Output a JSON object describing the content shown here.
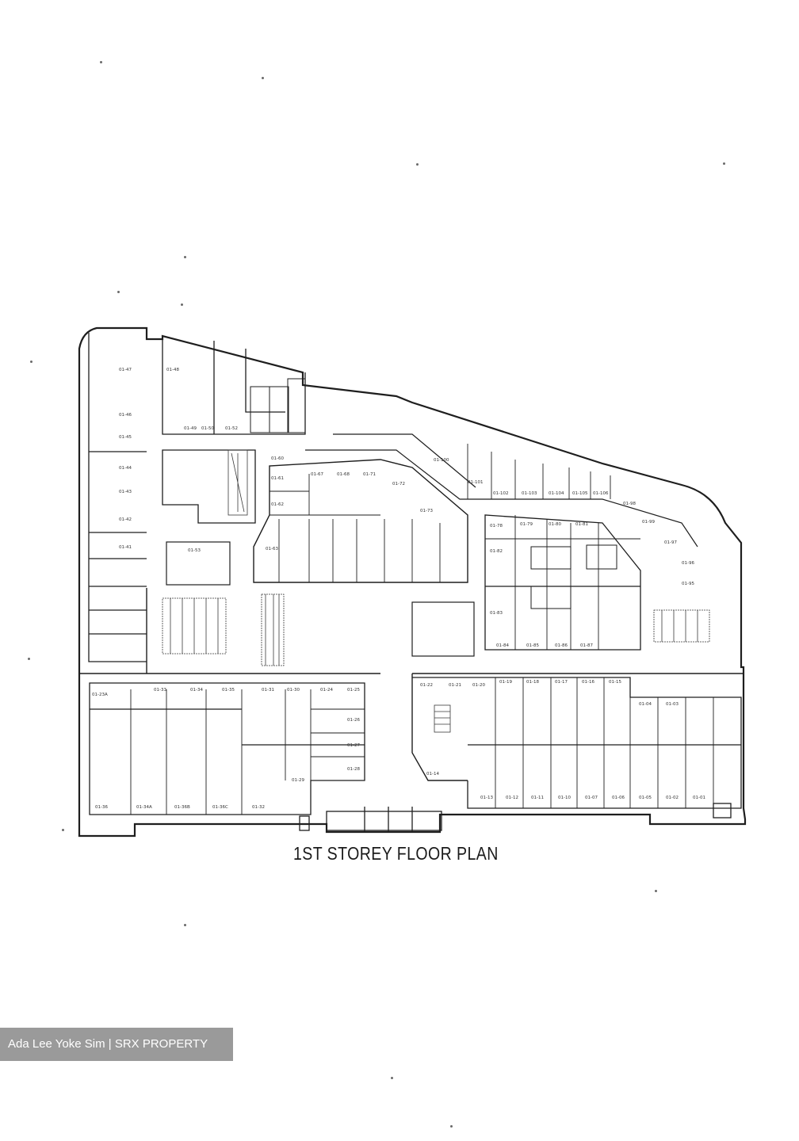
{
  "plan": {
    "title": "1ST STOREY FLOOR PLAN",
    "watermark": "Ada Lee Yoke Sim | SRX PROPERTY",
    "ink_color": "#1e1e1e",
    "background_color": "#ffffff",
    "units": [
      "01-47",
      "01-46",
      "01-45",
      "01-44",
      "01-43",
      "01-42",
      "01-41",
      "01-48",
      "01-49",
      "01-50",
      "01-52",
      "01-53",
      "01-60",
      "01-61",
      "01-62",
      "01-63",
      "01-67",
      "01-68",
      "01-71",
      "01-72",
      "01-73",
      "01-100",
      "01-101",
      "01-102",
      "01-103",
      "01-104",
      "01-105",
      "01-106",
      "01-98",
      "01-99",
      "01-97",
      "01-96",
      "01-95",
      "01-78",
      "01-79",
      "01-80",
      "01-81",
      "01-82",
      "01-83",
      "01-84",
      "01-85",
      "01-86",
      "01-87",
      "01-23A",
      "01-33",
      "01-34",
      "01-35",
      "01-30",
      "01-31",
      "01-24",
      "01-25",
      "01-26",
      "01-27",
      "01-28",
      "01-29",
      "01-36",
      "01-34A",
      "01-36B",
      "01-36C",
      "01-32",
      "01-22",
      "01-21",
      "01-20",
      "01-19",
      "01-18",
      "01-17",
      "01-16",
      "01-15",
      "01-14",
      "01-13",
      "01-12",
      "01-11",
      "01-10",
      "01-07",
      "01-06",
      "01-05",
      "01-04",
      "01-03",
      "01-02",
      "01-01"
    ]
  }
}
